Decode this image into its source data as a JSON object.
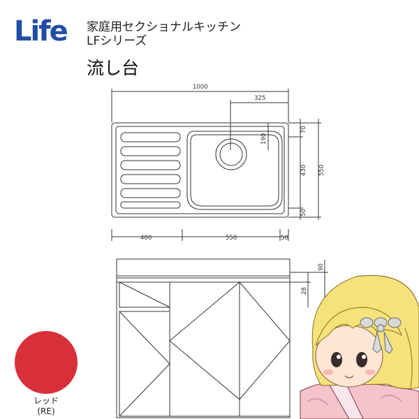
{
  "brand": {
    "logo_text": "Life",
    "logo_color": "#1f4ea6"
  },
  "header": {
    "line1": "家庭用セクショナルキッチン",
    "line2": "LFシリーズ",
    "page_title": "流し台"
  },
  "top_view": {
    "dim_total_width": "1000",
    "dim_drain_offset": "325",
    "dim_drain_depth": "190",
    "dim_top_margin": "70",
    "dim_bowl_depth": "430",
    "dim_total_depth": "550",
    "dim_bottom_margin": "50",
    "dim_drainboard": "400",
    "dim_bowl_width": "550",
    "dim_right_margin": "50"
  },
  "front_view": {
    "dim_top_height": "90",
    "dim_drawer": "28"
  },
  "color": {
    "name": "レッド",
    "code": "(RE)",
    "hex": "#d8303a"
  },
  "mascot": {
    "icon": "mascot-character-icon"
  }
}
